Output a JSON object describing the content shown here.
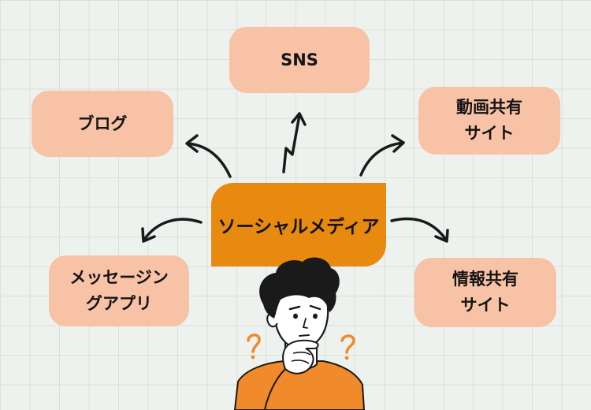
{
  "center": {
    "label": "ソーシャルメディア"
  },
  "nodes": {
    "sns": "SNS",
    "blog": "ブログ",
    "video": "動画共有\nサイト",
    "messaging": "メッセージン\nグアプリ",
    "info": "情報共有\nサイト"
  },
  "colors": {
    "node_fill": "#f7c2a6",
    "center_fill": "#e88a10",
    "accent_orange": "#f08a2a",
    "text": "#141414",
    "grid": "#d9e0da",
    "background": "#eef2ee"
  },
  "illustration": {
    "name": "thinking-person",
    "marks": "question-marks"
  }
}
